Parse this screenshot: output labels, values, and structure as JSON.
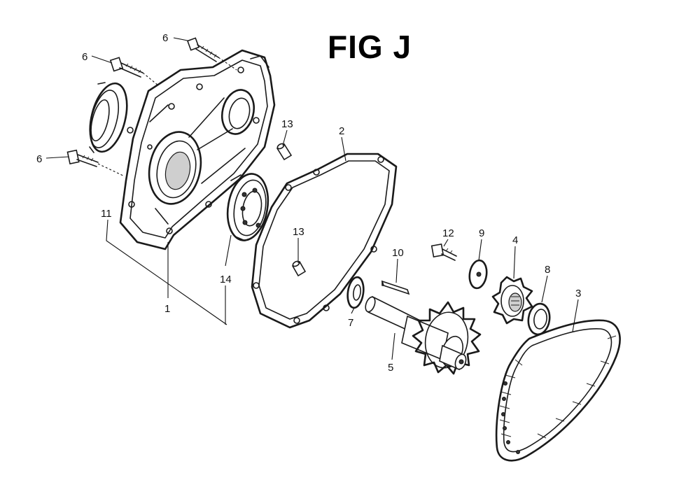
{
  "title": "FIG J",
  "callouts": [
    "6",
    "6",
    "6",
    "13",
    "2",
    "11",
    "13",
    "14",
    "1",
    "10",
    "12",
    "9",
    "4",
    "8",
    "3",
    "7",
    "5"
  ]
}
